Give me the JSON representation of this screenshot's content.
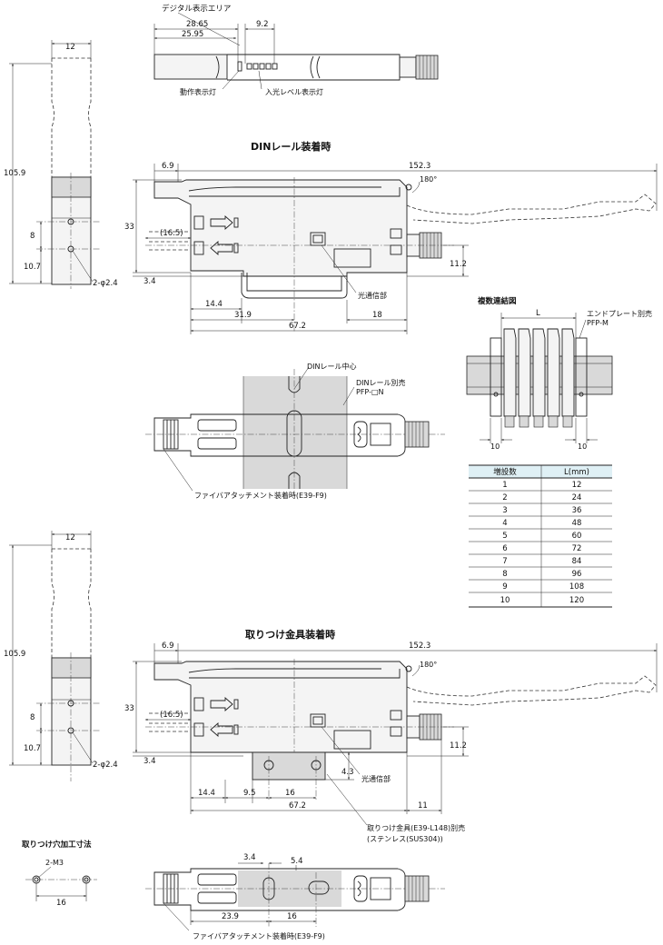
{
  "top_view": {
    "title": "デジタル表示エリア",
    "dims": [
      "28.65",
      "25.95",
      "9.2"
    ],
    "labels": [
      "動作表示灯",
      "入光レベル表示灯"
    ]
  },
  "side_view_1": {
    "dims": [
      "12",
      "105.9",
      "8",
      "10.7",
      "2-φ2.4"
    ]
  },
  "din_section": {
    "title": "DINレール装着時",
    "dims": [
      "6.9",
      "152.3",
      "180°",
      "33",
      "(16.5)",
      "11.2",
      "3.4",
      "14.4",
      "31.9",
      "67.2",
      "18"
    ],
    "labels": [
      "光通信部"
    ]
  },
  "din_plan": {
    "labels": [
      "DINレール中心",
      "DINレール別売",
      "PFP-□N",
      "ファイバアタッチメント装着時(E39-F9)"
    ]
  },
  "multi_connect": {
    "title": "複数連結図",
    "labels": [
      "L",
      "エンドプレート別売",
      "PFP-M",
      "10",
      "10"
    ],
    "table": {
      "headers": [
        "増設数",
        "L(mm)"
      ],
      "rows": [
        [
          "1",
          "12"
        ],
        [
          "2",
          "24"
        ],
        [
          "3",
          "36"
        ],
        [
          "4",
          "48"
        ],
        [
          "5",
          "60"
        ],
        [
          "6",
          "72"
        ],
        [
          "7",
          "84"
        ],
        [
          "8",
          "96"
        ],
        [
          "9",
          "108"
        ],
        [
          "10",
          "120"
        ]
      ]
    }
  },
  "side_view_2": {
    "dims": [
      "12",
      "105.9",
      "8",
      "10.7",
      "2-φ2.4"
    ]
  },
  "bracket_section": {
    "title": "取りつけ金具装着時",
    "dims": [
      "6.9",
      "152.3",
      "180°",
      "33",
      "(16.5)",
      "11.2",
      "3.4",
      "4.3",
      "14.4",
      "9.5",
      "16",
      "67.2",
      "11"
    ],
    "labels": [
      "光通信部",
      "取りつけ金具(E39-L148)別売",
      "(ステンレス(SUS304))"
    ]
  },
  "hole_dims": {
    "title": "取りつけ穴加工寸法",
    "labels": [
      "2-M3",
      "16"
    ]
  },
  "bracket_plan": {
    "dims": [
      "3.4",
      "5.4",
      "23.9",
      "16"
    ],
    "labels": [
      "ファイバアタッチメント装着時(E39-F9)"
    ]
  }
}
